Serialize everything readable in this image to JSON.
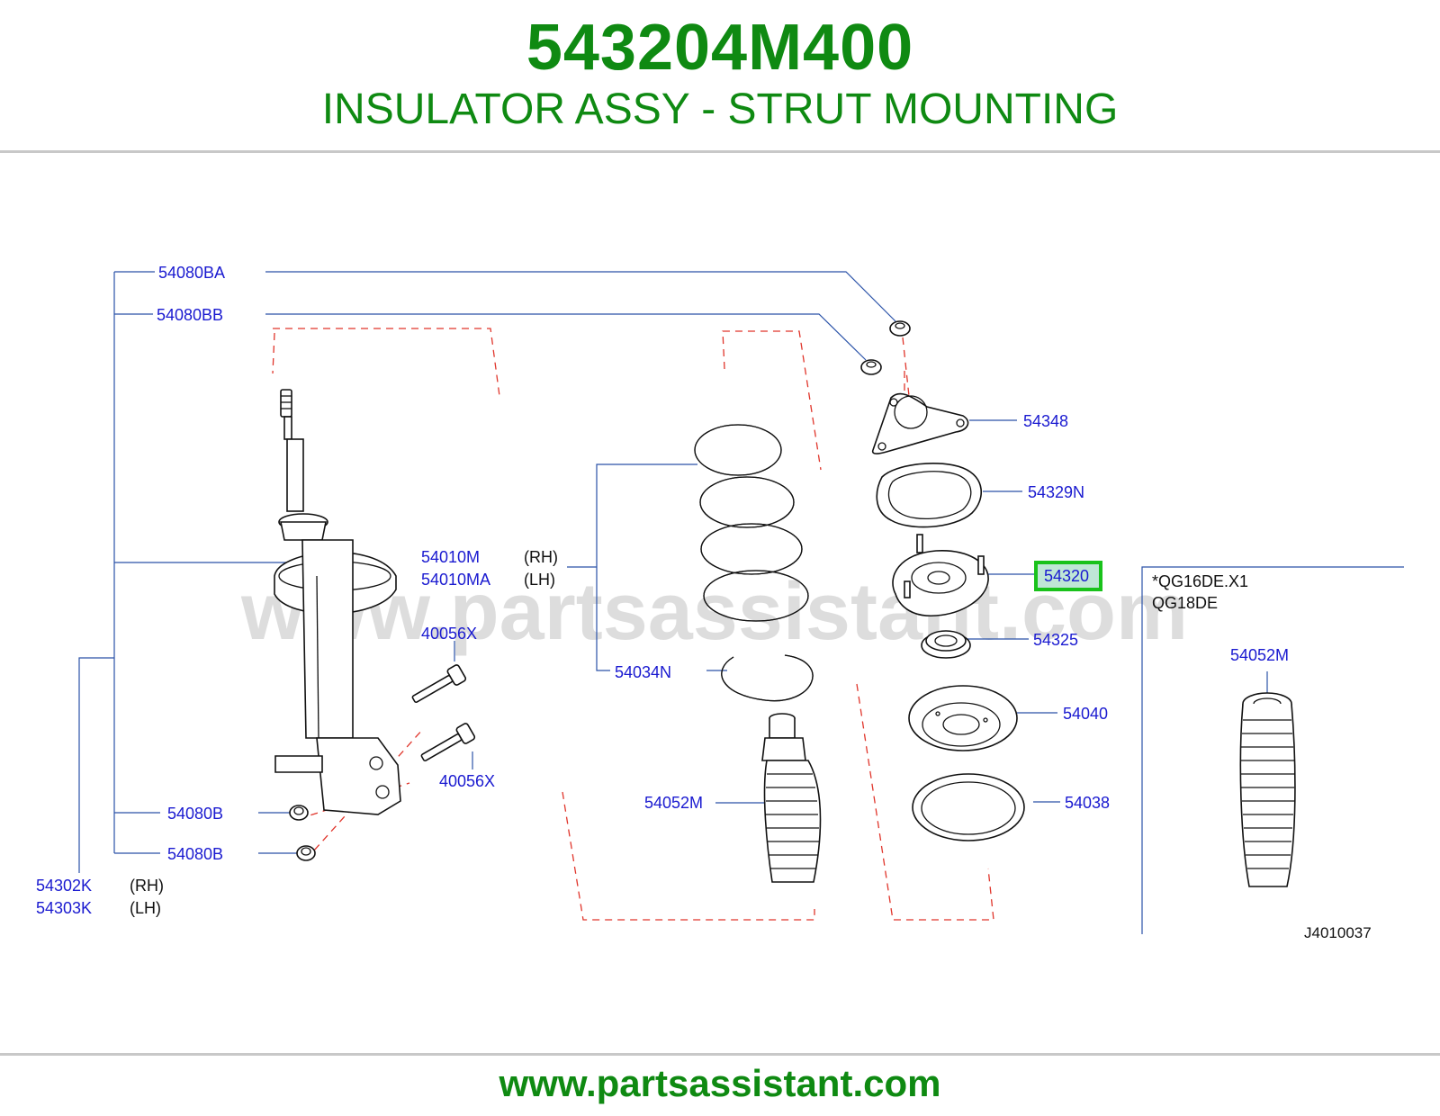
{
  "header": {
    "part_number": "543204M400",
    "part_name": "INSULATOR ASSY - STRUT MOUNTING"
  },
  "watermark": "www.partsassistant.com",
  "footer": {
    "url": "www.partsassistant.com"
  },
  "colors": {
    "brand_green": "#0f8a12",
    "label_blue": "#1a1ad0",
    "leader_blue": "#2a52a8",
    "dashed_red": "#e0352b",
    "highlight_green": "#19c21b",
    "highlight_fill": "#bfe6d6"
  },
  "callouts": {
    "c_54080BA": "54080BA",
    "c_54080BB": "54080BB",
    "c_54348": "54348",
    "c_54329N": "54329N",
    "c_54320": "54320",
    "c_54325": "54325",
    "c_54040": "54040",
    "c_54038": "54038",
    "c_54010M": "54010M",
    "c_54010M_side": "(RH)",
    "c_54010MA": "54010MA",
    "c_54010MA_side": "(LH)",
    "c_40056X_upper": "40056X",
    "c_40056X_lower": "40056X",
    "c_54034N": "54034N",
    "c_54052M_center": "54052M",
    "c_54052M_right": "54052M",
    "c_54080B_upper": "54080B",
    "c_54080B_lower": "54080B",
    "c_54302K": "54302K",
    "c_54302K_side": "(RH)",
    "c_54303K": "54303K",
    "c_54303K_side": "(LH)"
  },
  "notes": {
    "engine_note_line1": "*QG16DE.X1",
    "engine_note_line2": "QG18DE",
    "diagram_code": "J4010037"
  },
  "highlighted_part": "54320"
}
